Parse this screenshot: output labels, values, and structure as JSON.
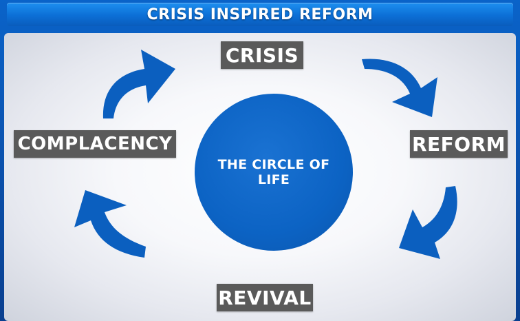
{
  "title": "CRISIS INSPIRED REFORM",
  "center": "THE CIRCLE OF LIFE",
  "stages": {
    "top": "CRISIS",
    "right": "REFORM",
    "bottom": "REVIVAL",
    "left": "COMPLACENCY"
  },
  "colors": {
    "accent_blue": "#0b5fbf",
    "label_gray": "#5a5a5a",
    "title_bar": "#0c6fd6"
  }
}
